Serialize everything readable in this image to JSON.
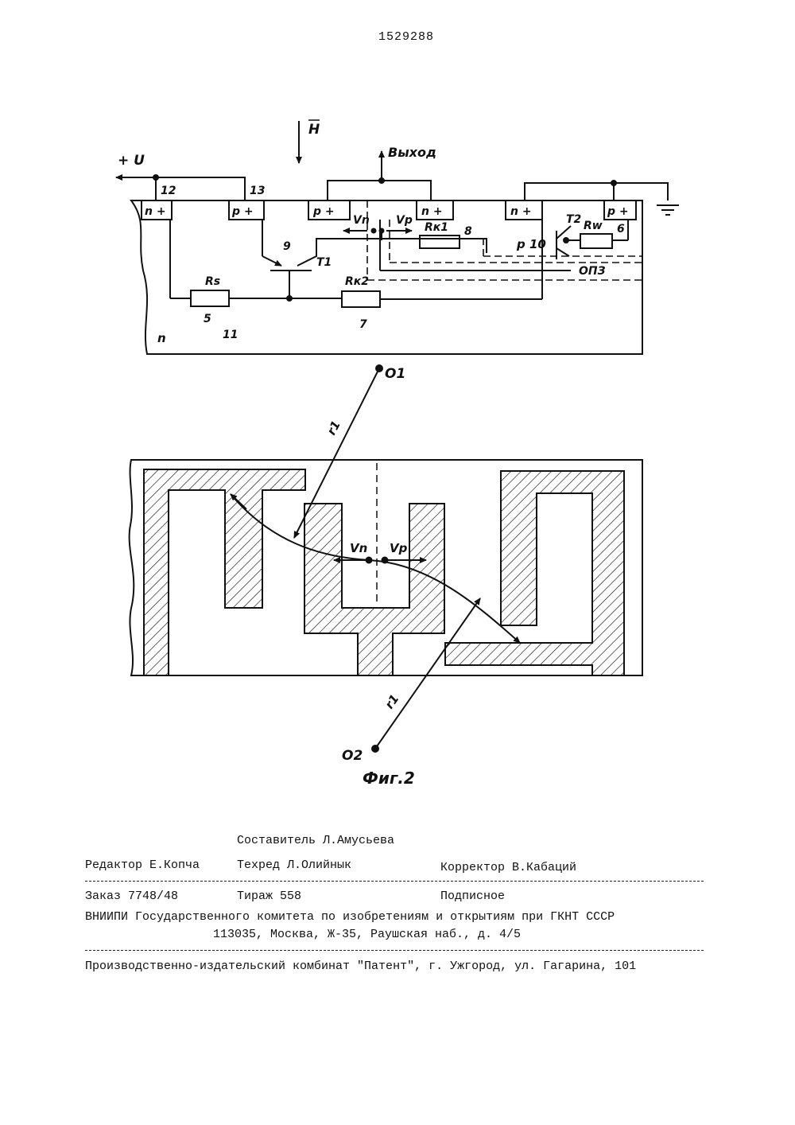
{
  "document": {
    "number": "1529288"
  },
  "figure": {
    "caption": "Фиг.2",
    "top": {
      "supply_label": "+ U",
      "field_label": "H",
      "output_label": "Выход",
      "region_labels": {
        "n_plus_left": "n +",
        "p_plus_left": "p +",
        "p_plus_mid": "p +",
        "n_plus_mid": "n +",
        "n_plus_right": "n +",
        "p_plus_right": "p +",
        "p_region": "p 10",
        "substrate": "n"
      },
      "numbers": {
        "n12": "12",
        "n13": "13",
        "n9": "9",
        "n8": "8",
        "n6": "6",
        "n5": "5",
        "n11": "11",
        "n7": "7"
      },
      "components": {
        "t1": "T1",
        "t2": "T2",
        "rs": "Rs",
        "rk1": "Rк1",
        "rk2": "Rк2",
        "rw": "Rw"
      },
      "velocities": {
        "vn": "Vn",
        "vp": "Vp"
      },
      "zone_label": "ОПЗ"
    },
    "bottom": {
      "o1": "O1",
      "o2": "O2",
      "radius_top": "r1",
      "radius_bottom": "r1",
      "vn": "Vn",
      "vp": "Vp"
    }
  },
  "imprint": {
    "compiler": "Составитель Л.Амусьева",
    "editor": "Редактор Е.Копча",
    "techred": "Техред Л.Олийнык",
    "corrector": "Корректор В.Кабаций",
    "order": "Заказ 7748/48",
    "circulation": "Тираж 558",
    "subscription": "Подписное",
    "institute": "ВНИИПИ Государственного комитета по изобретениям и открытиям при ГКНТ СССР",
    "address": "113035, Москва, Ж-35, Раушская наб., д. 4/5",
    "publisher": "Производственно-издательский комбинат \"Патент\", г. Ужгород, ул. Гагарина, 101"
  }
}
